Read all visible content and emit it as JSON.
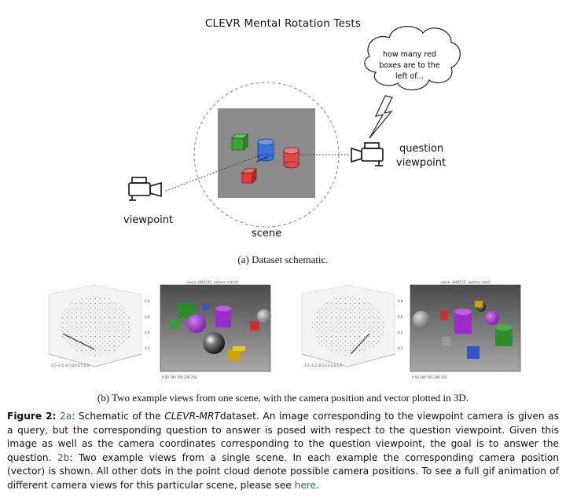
{
  "schematic": {
    "title": "CLEVR Mental Rotation Tests",
    "bubble_text": [
      "how many red",
      "boxes are to the",
      "left of..."
    ],
    "question_label": [
      "question",
      "viewpoint"
    ],
    "viewpoint_label": "viewpoint",
    "scene_label": "scene",
    "caption": "(a) Dataset schematic."
  },
  "examples": {
    "caption": "(b) Two example views from one scene, with the camera position and vector plotted in 3D.",
    "render_titles": [
      "scene: s000125, camera: cam10",
      "scene: s000125, camera: cam2"
    ]
  },
  "figure_caption": {
    "label": "Figure 2:",
    "ref_2a": "2a",
    "text_1": ": Schematic of the ",
    "dataset_name": "CLEVR-MRT",
    "text_2": "dataset. An image corresponding to the viewpoint camera is given as a query, but the corresponding question to answer is posed with respect to the question viewpoint. Given this image as well as the camera coordinates corresponding to the question viewpoint, the goal is to answer the question. ",
    "ref_2b": "2b",
    "text_3": ": Two example views from a single scene. In each example the corresponding camera position (vector) is shown. All other dots in the point cloud denote possible camera positions. To see a full gif animation of different camera views for this particular scene, please see ",
    "link": "here",
    "text_4": "."
  },
  "colors": {
    "link": "#2c6a57",
    "green_cube": "#3aa63a",
    "blue_cyl": "#3c6fd8",
    "red_cyl": "#e04a4a",
    "red_cube": "#e03d3d"
  }
}
